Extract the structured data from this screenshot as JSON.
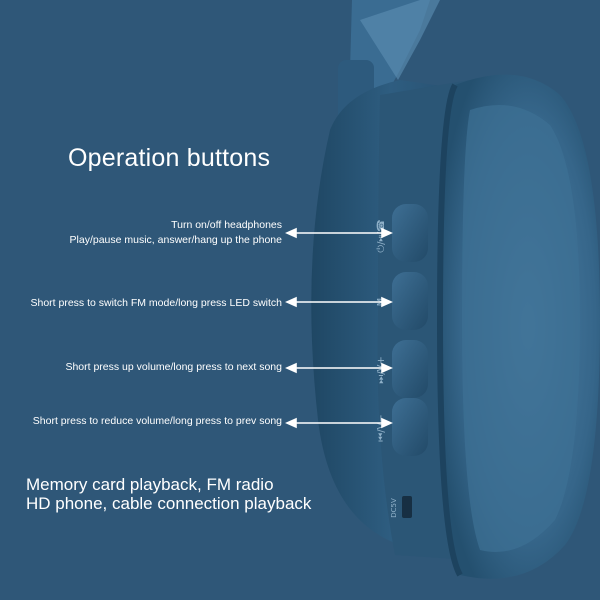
{
  "title": "Operation buttons",
  "callouts": [
    {
      "lines": [
        "Turn on/off headphones",
        "Play/pause music, answer/hang up the phone"
      ],
      "button_icon": "power-play-phone-icon"
    },
    {
      "lines": [
        "Short press to switch FM mode/long press LED switch"
      ],
      "button_icon": "mode-m-icon",
      "button_glyph": "M"
    },
    {
      "lines": [
        "Short press up volume/long press to next song"
      ],
      "button_icon": "next-volume-up-icon",
      "button_glyph": "⏭/V+"
    },
    {
      "lines": [
        "Short press to reduce volume/long press to prev song"
      ],
      "button_icon": "prev-volume-down-icon",
      "button_glyph": "⏮/V−"
    }
  ],
  "caption": {
    "line1": "Memory card playback, FM radio",
    "line2": "HD phone, cable connection playback"
  },
  "colors": {
    "background": "#2f5778",
    "headphone_shell": "#2c5a7d",
    "cushion": "#3a6a8e",
    "arrow": "#ffffff",
    "text": "#ffffff"
  }
}
